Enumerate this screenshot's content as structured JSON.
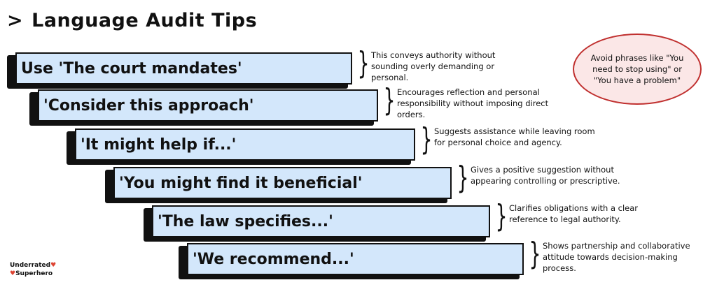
{
  "title": "Language Audit Tips",
  "title_icon": "chevron-right-icon",
  "steps": [
    {
      "label": "Use 'The court mandates'",
      "description": "This conveys authority without sounding overly demanding or personal."
    },
    {
      "label": "'Consider this approach'",
      "description": "Encourages reflection and personal responsibility without imposing direct orders."
    },
    {
      "label": "'It might help if...'",
      "description": "Suggests assistance while leaving room for personal choice and agency."
    },
    {
      "label": "'You might find it beneficial'",
      "description": "Gives a positive suggestion without appearing controlling or prescriptive."
    },
    {
      "label": "'The law specifies...'",
      "description": "Clarifies obligations with a clear reference to legal authority."
    },
    {
      "label": "'We recommend...'",
      "description": "Shows partnership and collaborative attitude towards decision-making process."
    }
  ],
  "callout": "Avoid phrases like \"You need to stop using\" or \"You have a problem\"",
  "brand": {
    "line1": "Underrated",
    "line2": "Superhero"
  },
  "colors": {
    "bar_fill": "#d3e7fb",
    "callout_border": "#c0302f",
    "callout_fill": "#fbe7e7"
  }
}
